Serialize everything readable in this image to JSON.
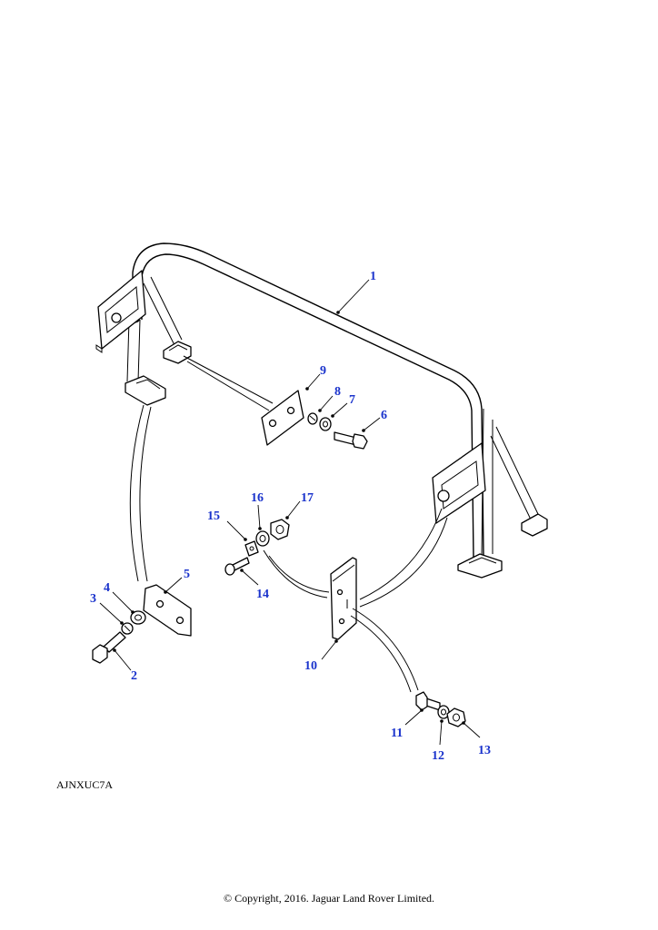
{
  "figure_code": "AJNXUC7A",
  "copyright": "© Copyright, 2016. Jaguar Land Rover Limited.",
  "callouts": [
    "1",
    "2",
    "3",
    "4",
    "5",
    "6",
    "7",
    "8",
    "9",
    "10",
    "11",
    "12",
    "13",
    "14",
    "15",
    "16",
    "17"
  ],
  "colors": {
    "callout": "#1a33cc",
    "line": "#000000",
    "background": "#ffffff"
  }
}
